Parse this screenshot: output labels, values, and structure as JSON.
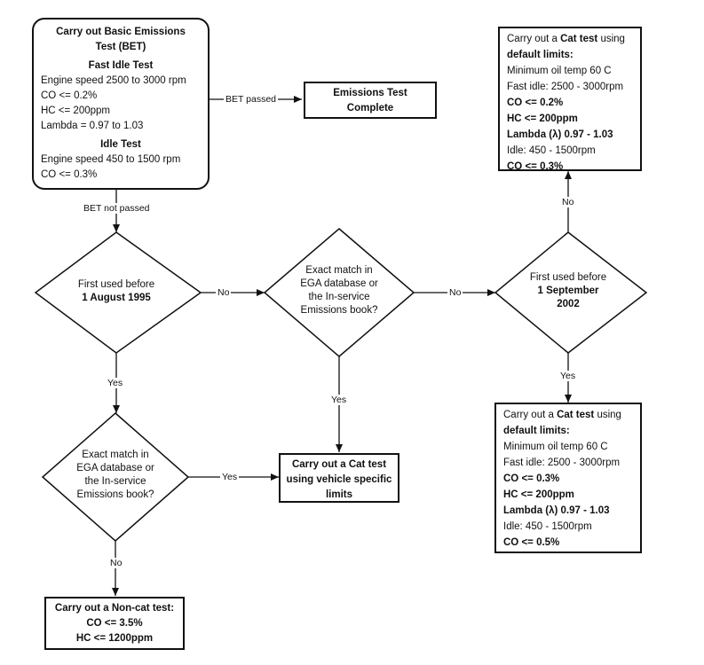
{
  "bet_box": {
    "title_lines": [
      "Carry out Basic Emissions",
      "Test (BET)"
    ],
    "fast_idle_heading": "Fast Idle Test",
    "fast_idle_lines": [
      "Engine speed 2500 to 3000 rpm",
      "CO <= 0.2%",
      "HC <= 200ppm",
      "Lambda = 0.97 to 1.03"
    ],
    "idle_heading": "Idle Test",
    "idle_lines": [
      "Engine speed 450 to 1500 rpm",
      "CO <= 0.3%"
    ]
  },
  "complete_box": {
    "lines": [
      "Emissions Test",
      "Complete"
    ]
  },
  "diamond_1995": {
    "line1": "First used before",
    "line2": "1 August 1995"
  },
  "diamond_ega_top": {
    "lines": [
      "Exact match in",
      "EGA database or",
      "the In-service",
      "Emissions book?"
    ]
  },
  "diamond_2002": {
    "line1": "First used before",
    "line2": "1 September",
    "line3": "2002"
  },
  "diamond_ega_bottom": {
    "lines": [
      "Exact match in",
      "EGA database or",
      "the In-service",
      "Emissions book?"
    ]
  },
  "cat_specific_box": {
    "lines": [
      "Carry out a Cat test",
      "using vehicle specific",
      "limits"
    ]
  },
  "noncat_box": {
    "title": "Carry out a Non-cat test:",
    "lines": [
      "CO <= 3.5%",
      "HC <= 1200ppm"
    ]
  },
  "cat_default_top": {
    "intro_prefix": "Carry out a ",
    "intro_bold": "Cat test",
    "intro_suffix": " using",
    "intro_line2": "default limits:",
    "lines": [
      {
        "text": "Minimum oil temp 60 C",
        "bold": false
      },
      {
        "text": "Fast idle: 2500 - 3000rpm",
        "bold": false
      },
      {
        "text": "CO <= 0.2%",
        "bold": true
      },
      {
        "text": "HC <= 200ppm",
        "bold": true
      },
      {
        "text": "Lambda (λ) 0.97 - 1.03",
        "bold": true
      },
      {
        "text": "Idle: 450 - 1500rpm",
        "bold": false
      },
      {
        "text": "CO <= 0.3%",
        "bold": true
      }
    ]
  },
  "cat_default_bottom": {
    "intro_prefix": "Carry out a ",
    "intro_bold": "Cat test",
    "intro_suffix": " using",
    "intro_line2": "default limits:",
    "lines": [
      {
        "text": "Minimum oil temp 60 C",
        "bold": false
      },
      {
        "text": "Fast idle: 2500 - 3000rpm",
        "bold": false
      },
      {
        "text": "CO <= 0.3%",
        "bold": true
      },
      {
        "text": "HC <= 200ppm",
        "bold": true
      },
      {
        "text": "Lambda (λ) 0.97 - 1.03",
        "bold": true
      },
      {
        "text": "Idle: 450 - 1500rpm",
        "bold": false
      },
      {
        "text": "CO <= 0.5%",
        "bold": true
      }
    ]
  },
  "labels": {
    "bet_passed": "BET passed",
    "bet_not_passed": "BET not passed",
    "no_1995": "No",
    "yes_1995": "Yes",
    "no_ega_top": "No",
    "yes_ega_top": "Yes",
    "no_2002": "No",
    "yes_2002": "Yes",
    "yes_ega_bottom": "Yes",
    "no_ega_bottom": "No"
  }
}
